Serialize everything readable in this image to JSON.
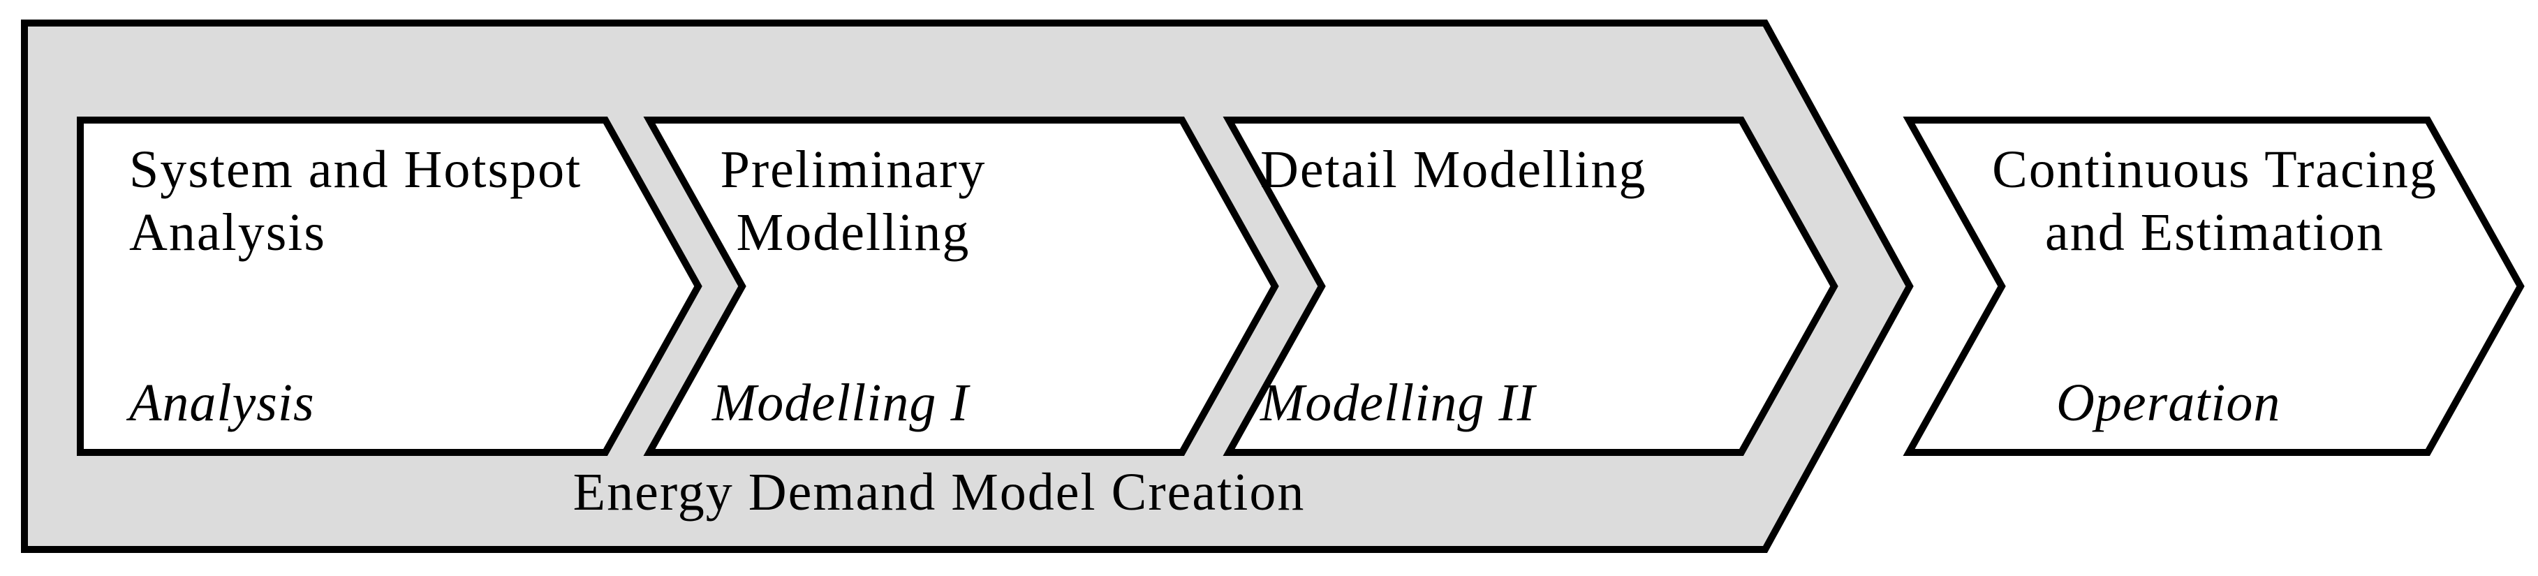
{
  "diagram": {
    "description": "Process flow of four chevron stages; first three nested inside a gray container chevron",
    "colors": {
      "container_fill": "#dcdcdc",
      "stage_fill": "#ffffff",
      "stroke": "#000000"
    },
    "container": {
      "label": "Energy Demand Model Creation"
    },
    "stages": [
      {
        "title_lines": [
          "System and Hotspot",
          "Analysis"
        ],
        "phase": "Analysis"
      },
      {
        "title_lines": [
          "Preliminary",
          "Modelling"
        ],
        "phase": "Modelling I"
      },
      {
        "title_lines": [
          "Detail Modelling"
        ],
        "phase": "Modelling II"
      },
      {
        "title_lines": [
          "Continuous Tracing",
          "and Estimation"
        ],
        "phase": "Operation"
      }
    ]
  }
}
